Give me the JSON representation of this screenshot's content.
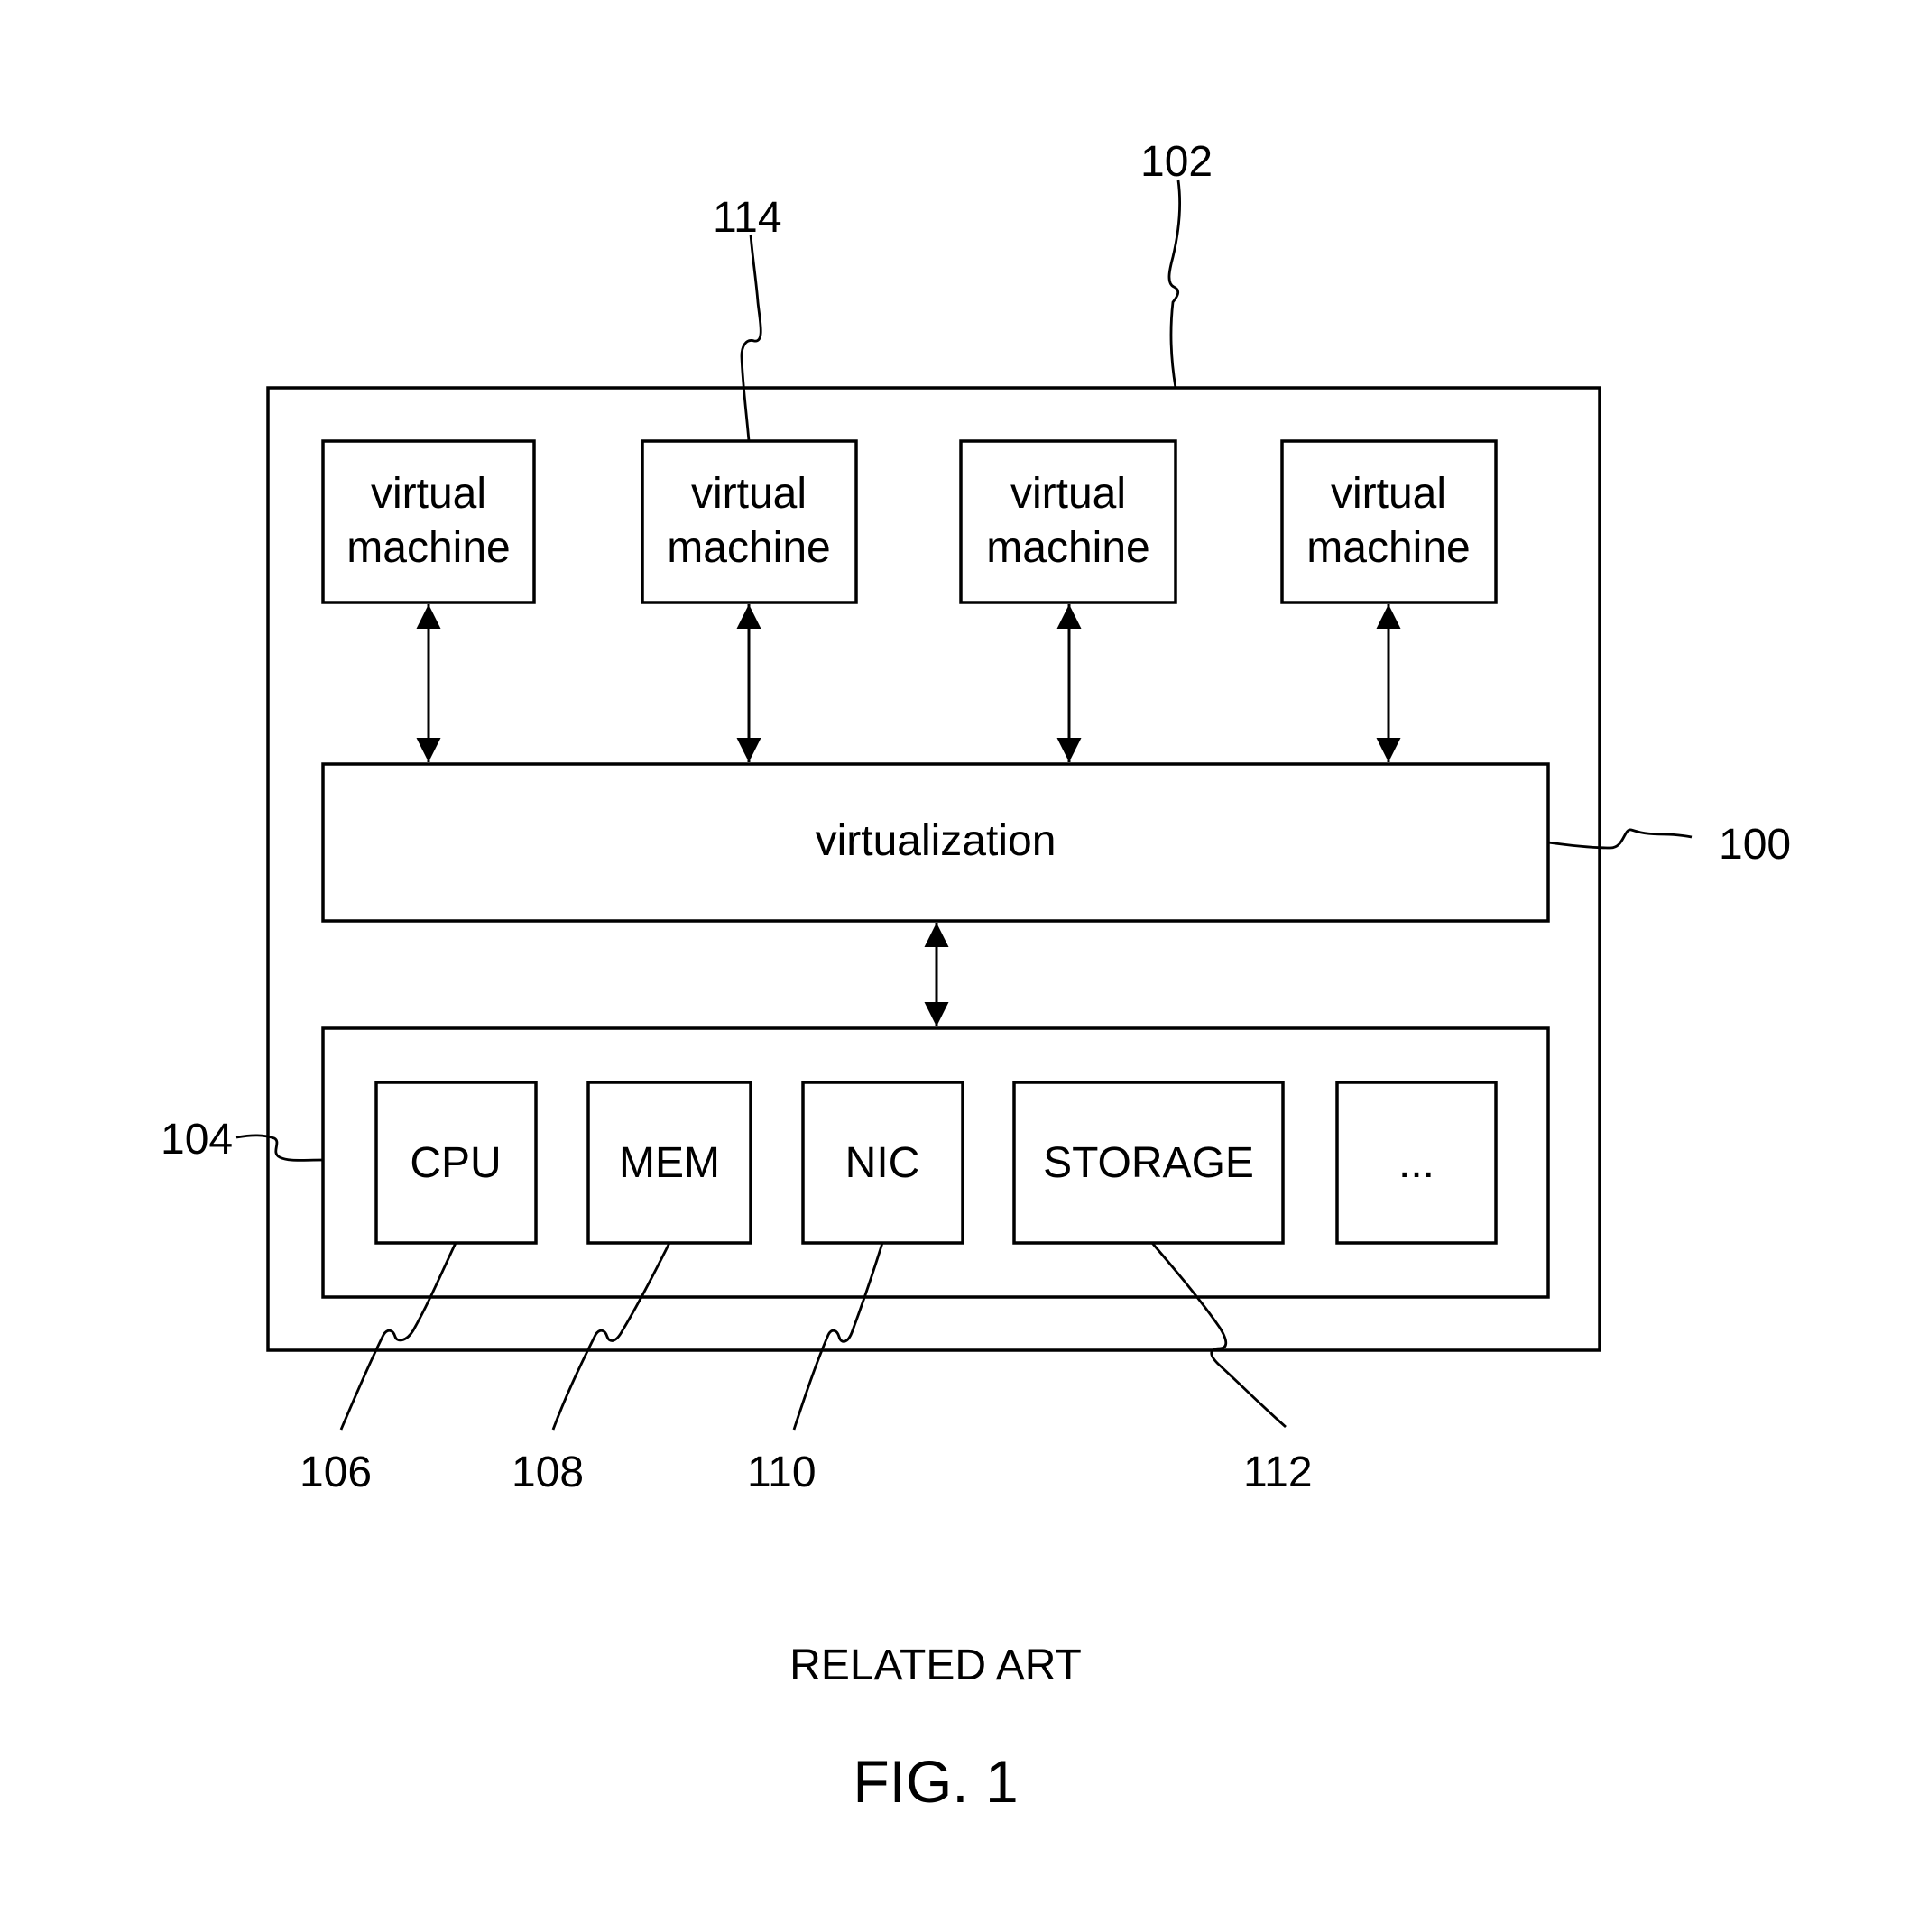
{
  "diagram": {
    "host_ref": "102",
    "vm_ref": "114",
    "virtualization_ref": "100",
    "hardware_ref": "104",
    "virtual_machines": [
      {
        "line1": "virtual",
        "line2": "machine"
      },
      {
        "line1": "virtual",
        "line2": "machine"
      },
      {
        "line1": "virtual",
        "line2": "machine"
      },
      {
        "line1": "virtual",
        "line2": "machine"
      }
    ],
    "virtualization_label": "virtualization",
    "components": [
      {
        "label": "CPU",
        "ref": "106"
      },
      {
        "label": "MEM",
        "ref": "108"
      },
      {
        "label": "NIC",
        "ref": "110"
      },
      {
        "label": "STORAGE",
        "ref": "112"
      },
      {
        "label": "...",
        "ref": ""
      }
    ],
    "caption": "RELATED ART",
    "figure_label": "FIG. 1"
  }
}
